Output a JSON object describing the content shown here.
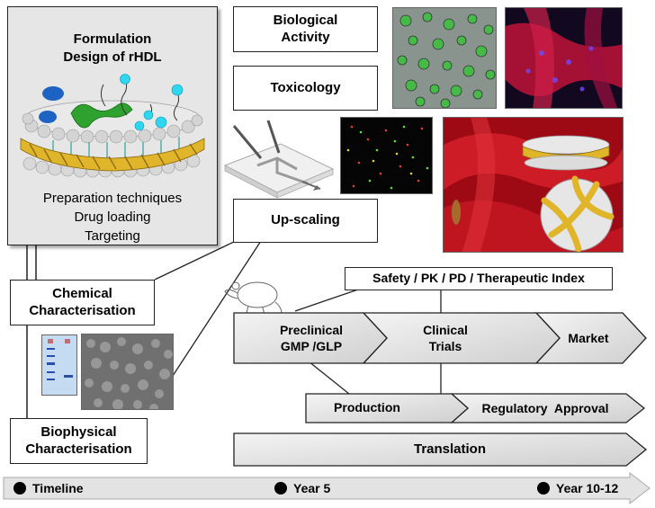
{
  "formulation": {
    "title_line1": "Formulation",
    "title_line2": "Design of rHDL",
    "sub_line1": "Preparation techniques",
    "sub_line2": "Drug loading",
    "sub_line3": "Targeting"
  },
  "boxes": {
    "biological_line1": "Biological",
    "biological_line2": "Activity",
    "toxicology": "Toxicology",
    "upscaling": "Up-scaling",
    "chemical_line1": "Chemical",
    "chemical_line2": "Characterisation",
    "biophysical_line1": "Biophysical",
    "biophysical_line2": "Characterisation",
    "safety": "Safety / PK / PD / Therapeutic Index"
  },
  "pipeline": {
    "preclinical_line1": "Preclinical",
    "preclinical_line2": "GMP /GLP",
    "clinical_line1": "Clinical",
    "clinical_line2": "Trials",
    "market": "Market",
    "production": "Production",
    "regulatory": "Regulatory  Approval",
    "translation": "Translation"
  },
  "timeline": {
    "label": "Timeline",
    "year5": "Year 5",
    "year10": "Year 10-12"
  },
  "colors": {
    "arrow_fill_light": "#f4f4f4",
    "arrow_fill_dark": "#cfcfcf",
    "panel_gray": "#e6e6e6",
    "protein_gold": "#e0b52a",
    "blood_red": "#c0121a"
  }
}
